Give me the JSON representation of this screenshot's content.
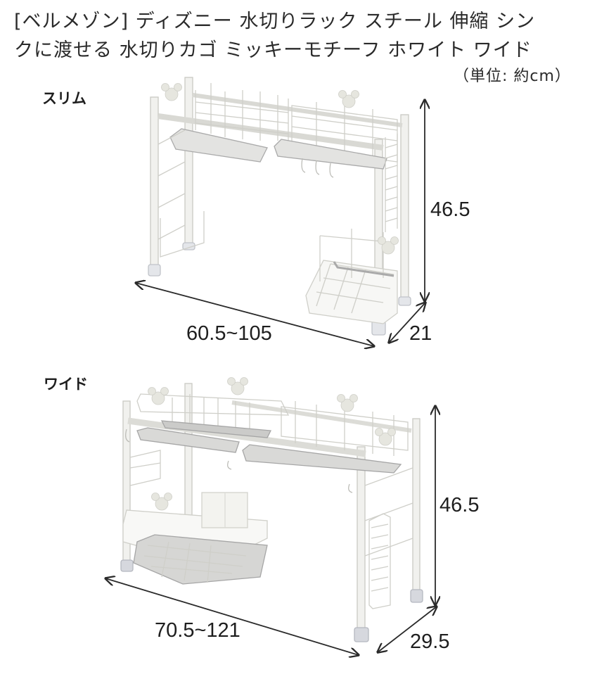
{
  "header": {
    "title_line1": "[ベルメゾン] ディズニー 水切りラック スチール 伸縮 シン",
    "title_line2": "クに渡せる 水切りカゴ ミッキーモチーフ ホワイト ワイド",
    "unit_note": "（単位: 約cm）"
  },
  "variants": [
    {
      "label": "スリム",
      "dimensions": {
        "width": "60.5~105",
        "height": "46.5",
        "depth": "21"
      }
    },
    {
      "label": "ワイド",
      "dimensions": {
        "width": "70.5~121",
        "height": "46.5",
        "depth": "29.5"
      }
    }
  ],
  "colors": {
    "frame": "#f1f1ee",
    "frame_edge": "#c9c9c4",
    "tray": "#bdbdbd",
    "foot": "#d6d8de",
    "arrow": "#2a2a2a",
    "mickey": "#e6e6df"
  }
}
